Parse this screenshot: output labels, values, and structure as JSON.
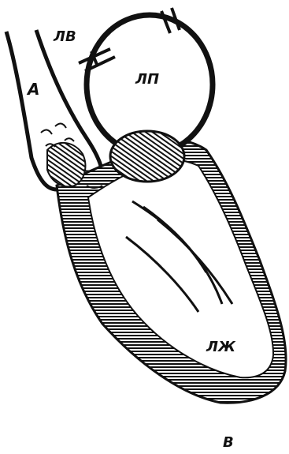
{
  "labels": {
    "top_vessel": "ЛВ",
    "aorta": "А",
    "left_atrium": "ЛП",
    "left_ventricle": "ЛЖ",
    "panel": "В"
  },
  "colors": {
    "ink": "#111111",
    "paper": "#ffffff"
  }
}
